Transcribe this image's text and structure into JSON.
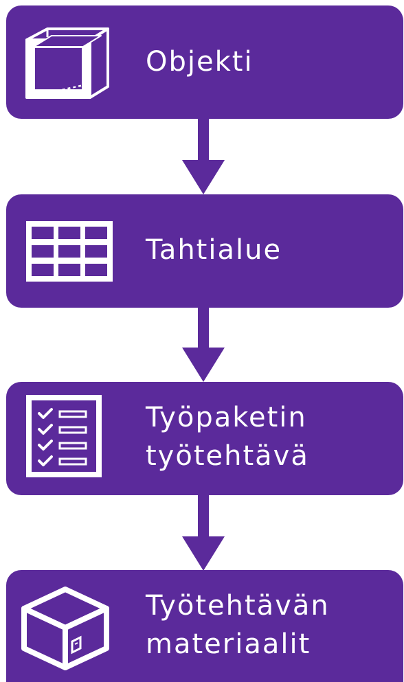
{
  "colors": {
    "box": "#5b2a9b",
    "text": "#ffffff",
    "icon_stroke": "#ffffff",
    "icon_fill": "#5b2a9b",
    "background": "#ffffff"
  },
  "steps": [
    {
      "icon": "cube-frame-icon",
      "lines": [
        "Objekti"
      ]
    },
    {
      "icon": "grid-table-icon",
      "lines": [
        "Tahtialue"
      ]
    },
    {
      "icon": "checklist-icon",
      "lines": [
        "Työpaketin",
        "työtehtävä"
      ]
    },
    {
      "icon": "package-box-icon",
      "lines": [
        "Työtehtävän",
        "materiaalit"
      ]
    }
  ]
}
